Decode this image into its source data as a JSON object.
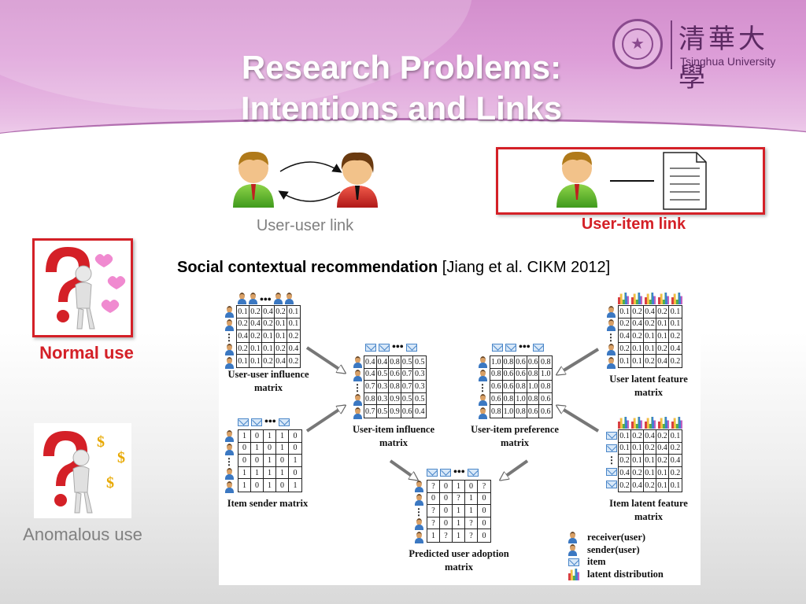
{
  "slide": {
    "title_line1": "Research Problems:",
    "title_line2": "Intentions and Links",
    "logo_en": "Tsinghua University",
    "logo_cn": "清華大學"
  },
  "links": {
    "user_user": "User-user link",
    "user_item": "User-item link"
  },
  "subtitle": {
    "bold": "Social contextual recommendation",
    "citation": " [Jiang et al. CIKM 2012]"
  },
  "intentions": {
    "normal": "Normal use",
    "anomalous": "Anomalous use"
  },
  "diagram": {
    "user_user_influence": {
      "label_line1": "User-user influence",
      "label_line2": "matrix",
      "cells": [
        [
          "0.1",
          "0.2",
          "0.4",
          "0.2",
          "0.1"
        ],
        [
          "0.2",
          "0.4",
          "0.2",
          "0.1",
          "0.1"
        ],
        [
          "0.4",
          "0.2",
          "0.1",
          "0.1",
          "0.2"
        ],
        [
          "0.2",
          "0.1",
          "0.1",
          "0.2",
          "0.4"
        ],
        [
          "0.1",
          "0.1",
          "0.2",
          "0.4",
          "0.2"
        ]
      ]
    },
    "item_sender": {
      "label": "Item sender matrix",
      "cells": [
        [
          "1",
          "0",
          "1",
          "1",
          "0"
        ],
        [
          "0",
          "1",
          "0",
          "1",
          "0"
        ],
        [
          "0",
          "0",
          "1",
          "0",
          "1"
        ],
        [
          "1",
          "1",
          "1",
          "1",
          "0"
        ],
        [
          "1",
          "0",
          "1",
          "0",
          "1"
        ]
      ]
    },
    "user_item_influence": {
      "label_line1": "User-item influence",
      "label_line2": "matrix",
      "cells": [
        [
          "0.4",
          "0.4",
          "0.8",
          "0.5",
          "0.5"
        ],
        [
          "0.4",
          "0.5",
          "0.6",
          "0.7",
          "0.3"
        ],
        [
          "0.7",
          "0.3",
          "0.8",
          "0.7",
          "0.3"
        ],
        [
          "0.8",
          "0.3",
          "0.9",
          "0.5",
          "0.5"
        ],
        [
          "0.7",
          "0.5",
          "0.9",
          "0.6",
          "0.4"
        ]
      ]
    },
    "user_item_preference": {
      "label_line1": "User-item preference",
      "label_line2": "matrix",
      "cells": [
        [
          "1.0",
          "0.8",
          "0.6",
          "0.6",
          "0.8"
        ],
        [
          "0.8",
          "0.6",
          "0.6",
          "0.8",
          "1.0"
        ],
        [
          "0.6",
          "0.6",
          "0.8",
          "1.0",
          "0.8"
        ],
        [
          "0.6",
          "0.8",
          "1.0",
          "0.8",
          "0.6"
        ],
        [
          "0.8",
          "1.0",
          "0.8",
          "0.6",
          "0.6"
        ]
      ]
    },
    "user_latent_feature": {
      "label_line1": "User latent feature",
      "label_line2": "matrix",
      "cells": [
        [
          "0.1",
          "0.2",
          "0.4",
          "0.2",
          "0.1"
        ],
        [
          "0.2",
          "0.4",
          "0.2",
          "0.1",
          "0.1"
        ],
        [
          "0.4",
          "0.2",
          "0.1",
          "0.1",
          "0.2"
        ],
        [
          "0.2",
          "0.1",
          "0.1",
          "0.2",
          "0.4"
        ],
        [
          "0.1",
          "0.1",
          "0.2",
          "0.4",
          "0.2"
        ]
      ]
    },
    "item_latent_feature": {
      "label_line1": "Item latent feature",
      "label_line2": "matrix",
      "cells": [
        [
          "0.1",
          "0.2",
          "0.4",
          "0.2",
          "0.1"
        ],
        [
          "0.1",
          "0.1",
          "0.2",
          "0.4",
          "0.2"
        ],
        [
          "0.2",
          "0.1",
          "0.1",
          "0.2",
          "0.4"
        ],
        [
          "0.4",
          "0.2",
          "0.1",
          "0.1",
          "0.2"
        ],
        [
          "0.2",
          "0.4",
          "0.2",
          "0.1",
          "0.1"
        ]
      ]
    },
    "predicted_adoption": {
      "label_line1": "Predicted user adoption",
      "label_line2": "matrix",
      "cells": [
        [
          "?",
          "0",
          "1",
          "0",
          "?"
        ],
        [
          "0",
          "0",
          "?",
          "1",
          "0"
        ],
        [
          "?",
          "0",
          "1",
          "1",
          "0"
        ],
        [
          "?",
          "0",
          "1",
          "?",
          "0"
        ],
        [
          "1",
          "?",
          "1",
          "?",
          "0"
        ]
      ]
    },
    "legend": {
      "receiver": "receiver(user)",
      "sender": "sender(user)",
      "item": "item",
      "latent": "latent distribution"
    }
  }
}
